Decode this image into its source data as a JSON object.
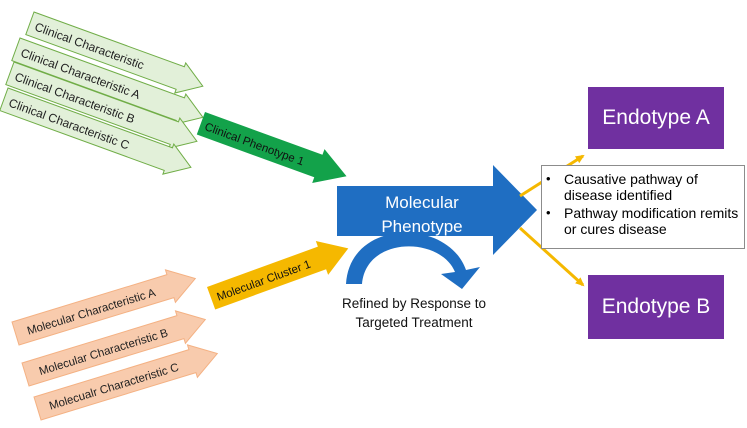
{
  "clinical": {
    "characteristics": [
      "Clinical Characteristic",
      "Clinical Characteristic A",
      "Clinical Characteristic B",
      "Clinical Characteristic C"
    ],
    "phenotype": "Clinical Phenotype 1"
  },
  "molecular": {
    "characteristics": [
      "Molecular Characteristic A",
      "Molecular Characteristic B",
      "Molecualr Characteristic C"
    ],
    "cluster": "Molecular Cluster 1"
  },
  "center": {
    "line1": "Molecular",
    "line2": "Phenotype"
  },
  "feedback": {
    "line1": "Refined by Response to",
    "line2": "Targeted Treatment"
  },
  "endotypes": {
    "a": "Endotype A",
    "b": "Endotype B"
  },
  "findings": [
    "Causative pathway of disease identified",
    "Pathway modification remits or cures disease"
  ],
  "colors": {
    "light_green": "#e2f0d9",
    "green": "#13a24a",
    "peach": "#f8cbad",
    "gold": "#f5b800",
    "blue": "#1f6ec2",
    "purple": "#7030a0"
  }
}
